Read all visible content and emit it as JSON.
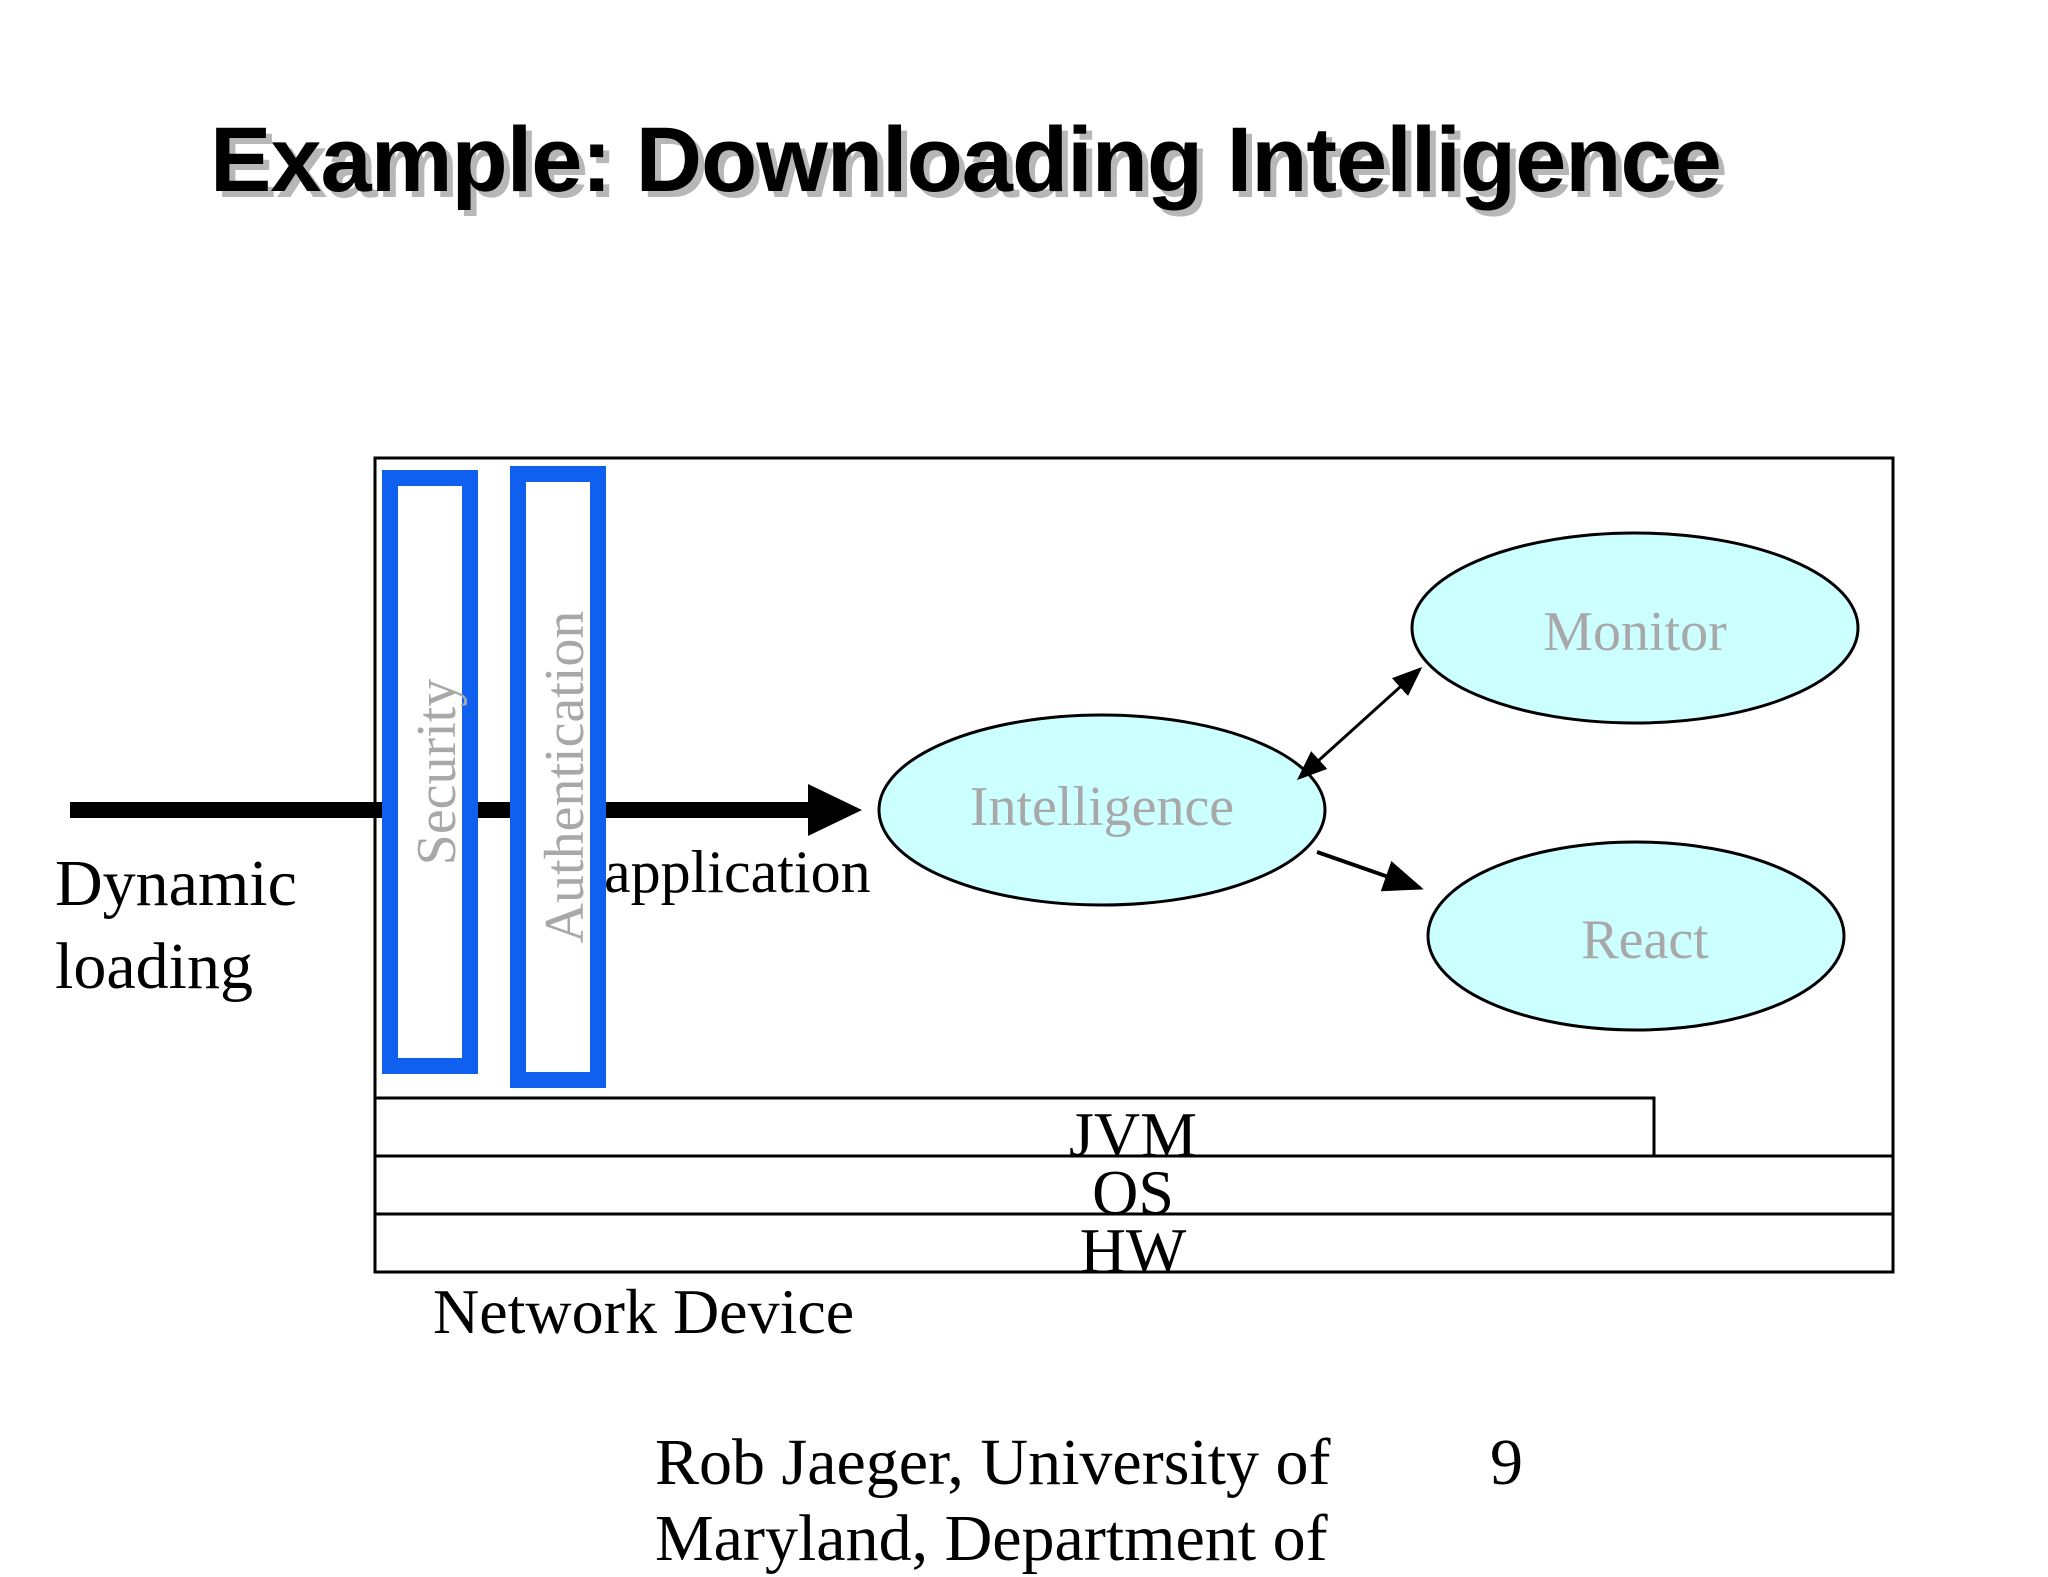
{
  "slide": {
    "title": "Example: Downloading Intelligence",
    "footer_author": "Rob Jaeger, University of\nMaryland, Department of",
    "page_number": "9"
  },
  "diagram": {
    "input_label_line1": "Dynamic",
    "input_label_line2": "loading",
    "security_label": "Security",
    "authentication_label": "Authentication",
    "application_label": "application",
    "intelligence_label": "Intelligence",
    "monitor_label": "Monitor",
    "react_label": "React",
    "jvm_label": "JVM",
    "os_label": "OS",
    "hw_label": "HW",
    "device_label": "Network Device"
  },
  "colors": {
    "filter_border": "#1060f0",
    "ellipse_fill": "#ccffff",
    "muted_text": "#a8a8a8",
    "stroke": "#000000"
  }
}
